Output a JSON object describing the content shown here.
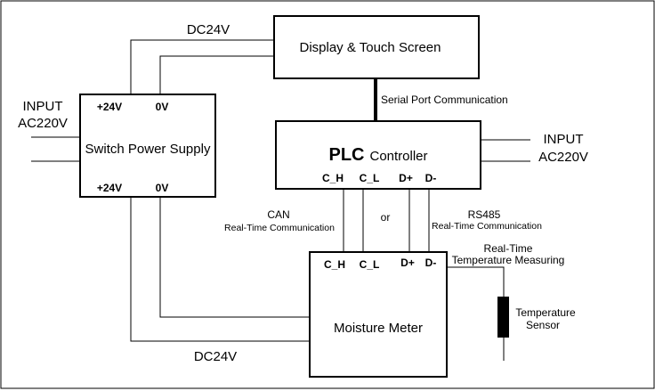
{
  "display": {
    "label": "Display & Touch Screen"
  },
  "power_supply": {
    "label": "Switch Power Supply",
    "top_pin_pos": "+24V",
    "top_pin_neg": "0V",
    "bottom_pin_pos": "+24V",
    "bottom_pin_neg": "0V"
  },
  "plc": {
    "label_bold": "PLC",
    "label_rest": "Controller",
    "pins": [
      "C_H",
      "C_L",
      "D+",
      "D-"
    ]
  },
  "moisture_meter": {
    "label": "Moisture Meter",
    "pins": [
      "C_H",
      "C_L",
      "D+",
      "D-"
    ]
  },
  "sensor": {
    "line1": "Temperature",
    "line2": "Sensor"
  },
  "labels": {
    "dc24v_top": "DC24V",
    "dc24v_bottom": "DC24V",
    "serial": "Serial Port Communication",
    "input_left_1": "INPUT",
    "input_left_2": "AC220V",
    "input_right_1": "INPUT",
    "input_right_2": "AC220V",
    "can_1": "CAN",
    "can_2": "Real-Time Communication",
    "or": "or",
    "rs485_1": "RS485",
    "rs485_2": "Real-Time Communication",
    "temp_meas_1": "Real-Time",
    "temp_meas_2": "Temperature Measuring"
  }
}
